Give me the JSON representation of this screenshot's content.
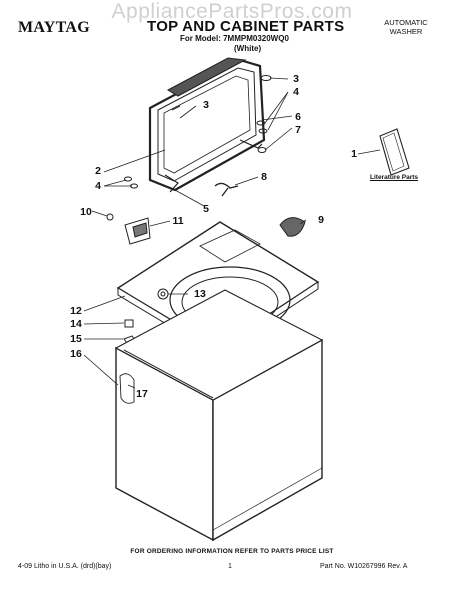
{
  "watermark": "AppliancePartsPros.com",
  "header": {
    "brand": "MAYTAG",
    "title": "TOP AND CABINET PARTS",
    "model_line": "For Model: 7MMPM0320WQ0",
    "color_line": "(White)",
    "product_type": "AUTOMATIC WASHER"
  },
  "callouts": [
    "1",
    "2",
    "3",
    "3",
    "4",
    "4",
    "5",
    "6",
    "7",
    "8",
    "9",
    "10",
    "11",
    "12",
    "13",
    "14",
    "15",
    "16",
    "17"
  ],
  "literature_label": "Literature Parts",
  "footer": {
    "ordering_note": "FOR ORDERING INFORMATION REFER TO PARTS PRICE LIST",
    "print_info": "4-09 Litho in U.S.A. (drd)(bay)",
    "page_number": "1",
    "part_number": "Part No. W10267996 Rev. A"
  }
}
